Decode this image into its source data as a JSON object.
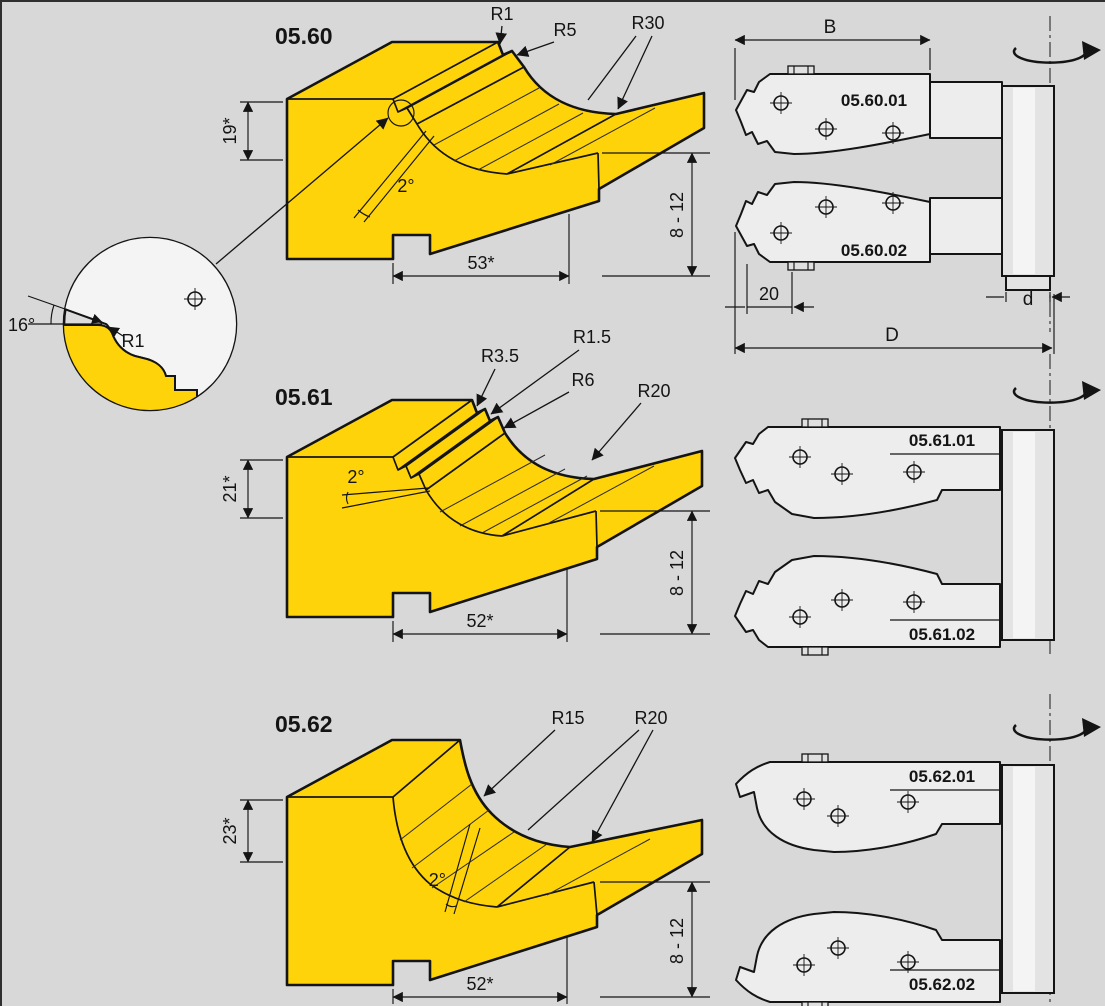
{
  "colors": {
    "background": "#d8d8d8",
    "wood_yellow": "#FFD30A",
    "steel_gray": "#ededed",
    "line": "#141414"
  },
  "detail": {
    "angle": "16°",
    "radius": "R1"
  },
  "head": {
    "B": "B",
    "D": "D",
    "d": "d",
    "clamp": "20"
  },
  "profiles": [
    {
      "id": "05.60",
      "height": "19*",
      "shear_angle": "2°",
      "width": "53*",
      "edge_thickness": "8 - 12",
      "radii": [
        "R1",
        "R5",
        "R30"
      ],
      "knives": [
        "05.60.01",
        "05.60.02"
      ]
    },
    {
      "id": "05.61",
      "height": "21*",
      "shear_angle": "2°",
      "width": "52*",
      "edge_thickness": "8 - 12",
      "radii": [
        "R3.5",
        "R1.5",
        "R6",
        "R20"
      ],
      "knives": [
        "05.61.01",
        "05.61.02"
      ]
    },
    {
      "id": "05.62",
      "height": "23*",
      "shear_angle": "2°",
      "width": "52*",
      "edge_thickness": "8 - 12",
      "radii": [
        "R15",
        "R20"
      ],
      "knives": [
        "05.62.01",
        "05.62.02"
      ]
    }
  ]
}
